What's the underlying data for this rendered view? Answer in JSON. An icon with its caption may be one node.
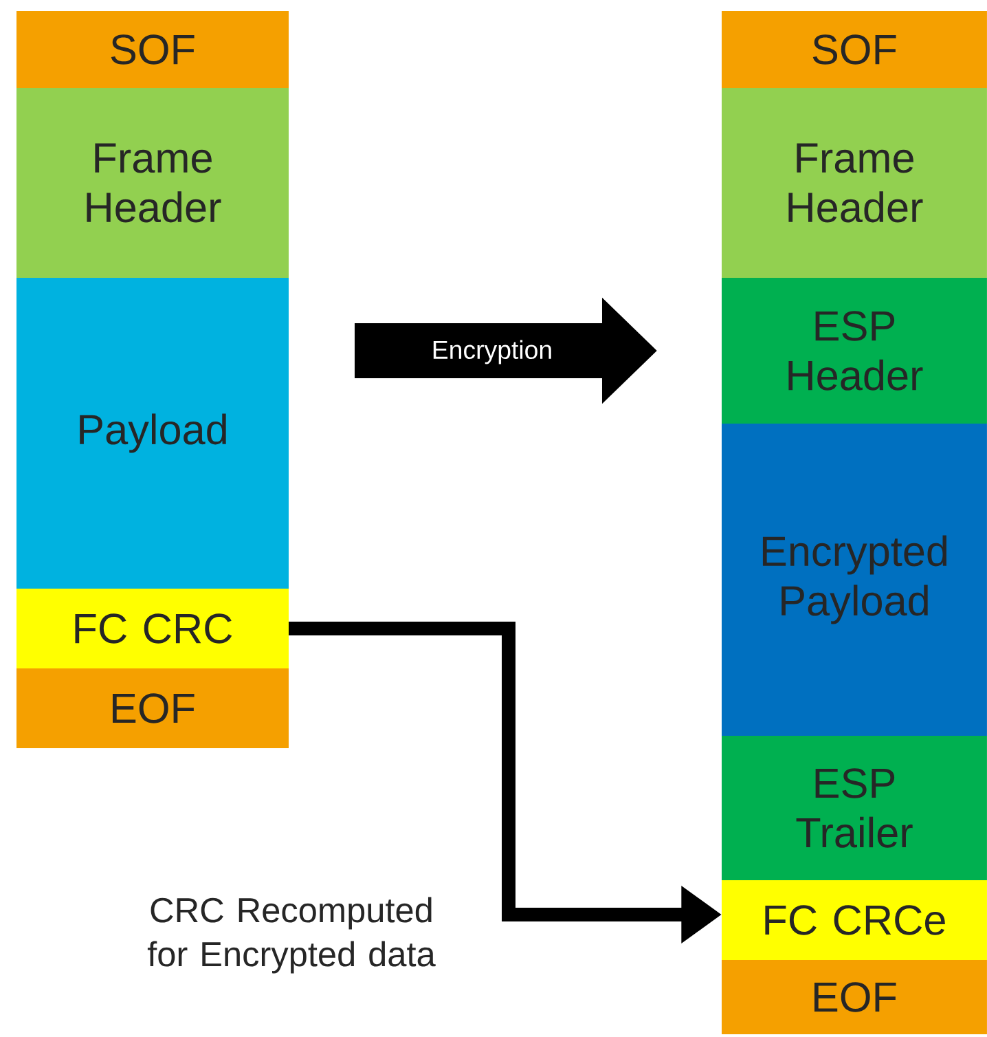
{
  "diagram": {
    "nodes": [
      {
        "text": [
          "SOF"
        ]
      },
      {
        "text": [
          "Frame Header"
        ]
      },
      {
        "text": [
          "Payload"
        ]
      },
      {
        "text": [
          "FC CRC"
        ]
      },
      {
        "text": [
          "EOF"
        ]
      },
      {
        "text": [
          "SOF"
        ]
      },
      {
        "text": [
          "Frame Header"
        ]
      },
      {
        "text": [
          "ESP Header"
        ]
      },
      {
        "text": [
          "Encrypted Payload"
        ]
      },
      {
        "text": [
          "ESP Trailer"
        ]
      },
      {
        "text": [
          "FC CRCe"
        ]
      },
      {
        "text": [
          "EOF"
        ]
      }
    ],
    "edges": [
      {
        "from": 2,
        "to": 7,
        "arrow": "to",
        "label": "Encryption",
        "style": "thick"
      },
      {
        "from": 3,
        "to": 10,
        "arrow": "to",
        "label": "CRC Recomputed for Encrypted data"
      }
    ]
  }
}
